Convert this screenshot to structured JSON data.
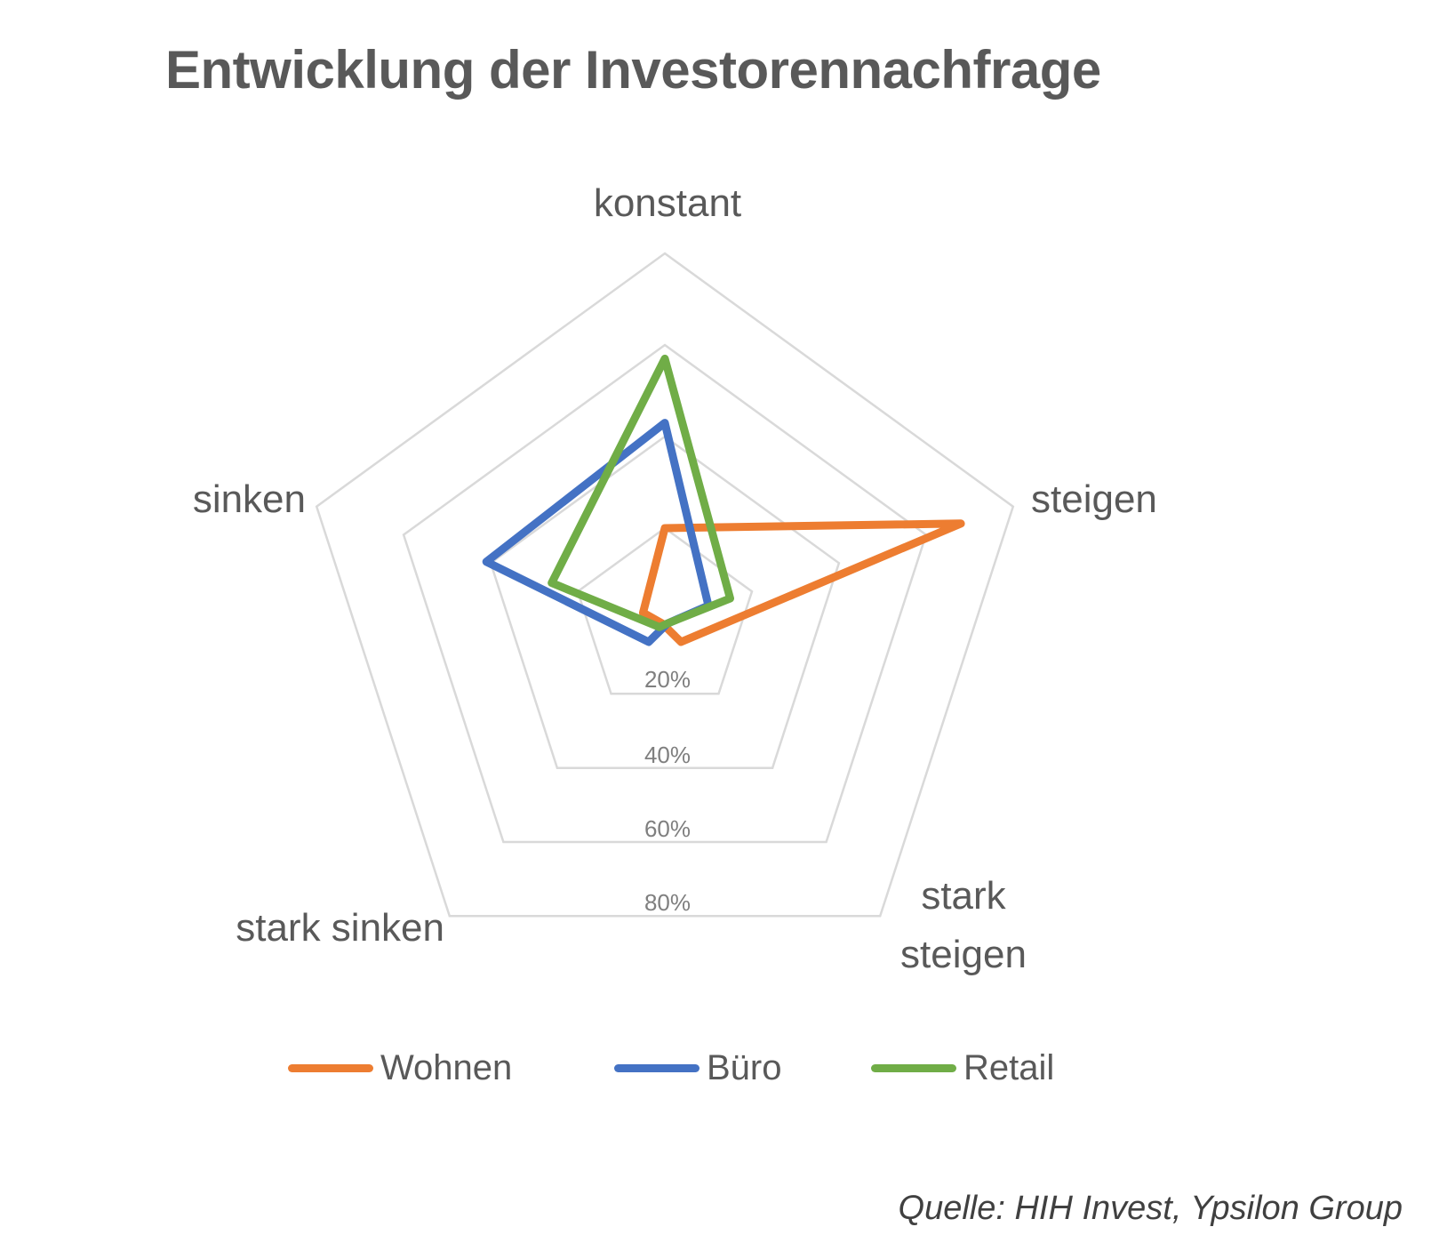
{
  "title": "Entwicklung der Investorennachfrage",
  "source": "Quelle: HIH Invest, Ypsilon Group",
  "axes": {
    "konstant": "konstant",
    "steigen": "steigen",
    "stark_steigen_line1": "stark",
    "stark_steigen_line2": "steigen",
    "stark_sinken": "stark sinken",
    "sinken": "sinken"
  },
  "ticks": [
    "20%",
    "40%",
    "60%",
    "80%"
  ],
  "legend": [
    {
      "label": "Wohnen",
      "color": "#ED7D31"
    },
    {
      "label": "Büro",
      "color": "#4472C4"
    },
    {
      "label": "Retail",
      "color": "#70AD47"
    }
  ],
  "colors": {
    "grid": "#d9d9d9",
    "text": "#595959",
    "tick_text": "#7f7f7f"
  },
  "chart_data": {
    "type": "radar",
    "title": "Entwicklung der Investorennachfrage",
    "categories": [
      "konstant",
      "steigen",
      "stark steigen",
      "stark sinken",
      "sinken"
    ],
    "series": [
      {
        "name": "Wohnen",
        "color": "#ED7D31",
        "values": [
          20,
          68,
          6,
          1,
          5
        ]
      },
      {
        "name": "Büro",
        "color": "#4472C4",
        "values": [
          43,
          10,
          1,
          6,
          41
        ]
      },
      {
        "name": "Retail",
        "color": "#70AD47",
        "values": [
          57,
          15,
          1,
          2,
          26
        ]
      }
    ],
    "radial_ticks": [
      20,
      40,
      60,
      80
    ],
    "rlim": [
      0,
      80
    ],
    "unit": "%",
    "grid": true,
    "legend_position": "bottom",
    "annotation": "Quelle: HIH Invest, Ypsilon Group"
  }
}
